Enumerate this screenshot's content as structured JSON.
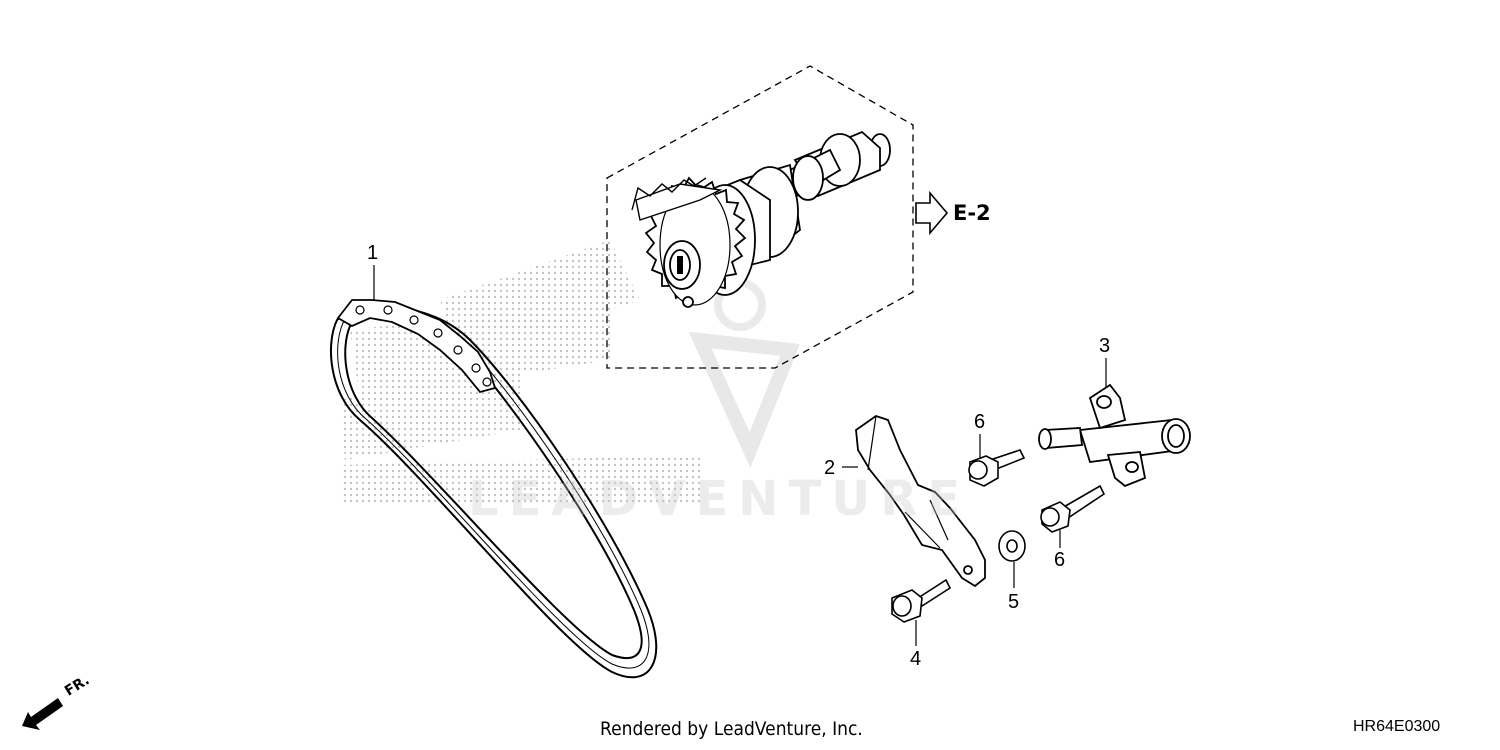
{
  "diagram": {
    "callouts": [
      {
        "id": "1",
        "label": "1"
      },
      {
        "id": "2",
        "label": "2"
      },
      {
        "id": "3",
        "label": "3"
      },
      {
        "id": "4",
        "label": "4"
      },
      {
        "id": "5",
        "label": "5"
      },
      {
        "id": "6a",
        "label": "6"
      },
      {
        "id": "6b",
        "label": "6"
      }
    ],
    "reference_label": "E-2",
    "front_indicator": "FR.",
    "footer_text": "Rendered by LeadVenture, Inc.",
    "diagram_code": "HR64E0300",
    "watermark_text": "LEADVENTURE"
  },
  "colors": {
    "line": "#000000",
    "background": "#ffffff",
    "watermark": "#c8c8c8"
  },
  "icons": [
    "front-arrow-icon",
    "reference-arrow-icon"
  ]
}
